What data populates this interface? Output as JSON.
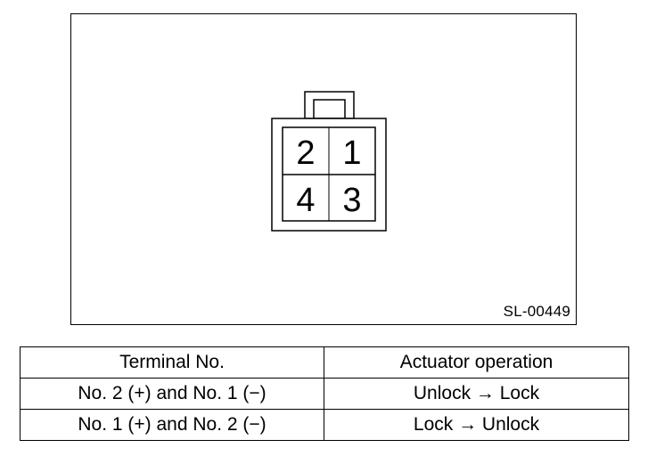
{
  "figure": {
    "id_label": "SL-00449",
    "connector": {
      "terminals": [
        {
          "label": "2"
        },
        {
          "label": "1"
        },
        {
          "label": "4"
        },
        {
          "label": "3"
        }
      ]
    }
  },
  "table": {
    "headers": [
      "Terminal No.",
      "Actuator operation"
    ],
    "rows": [
      [
        "No. 2 (+) and No. 1 (−)",
        "Unlock → Lock"
      ],
      [
        "No. 1 (+) and No. 2 (−)",
        "Lock → Unlock"
      ]
    ]
  }
}
